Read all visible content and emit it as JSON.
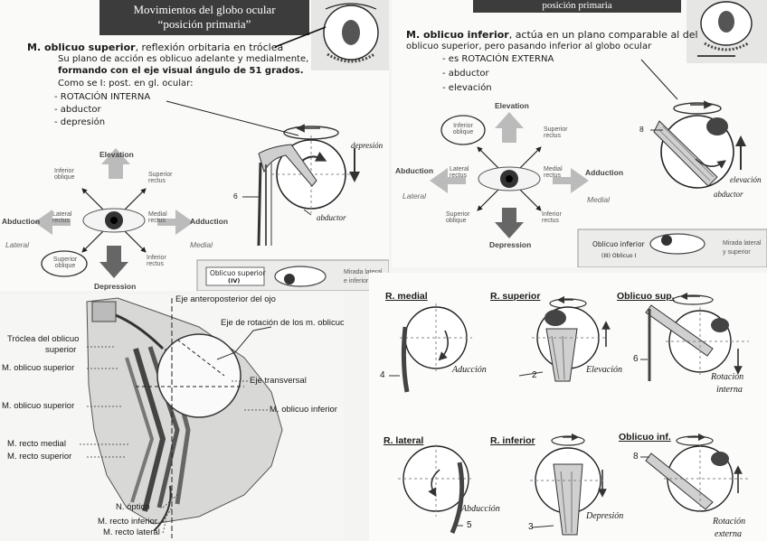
{
  "panel_superior": {
    "banner_line1": "Movimientos del globo ocular",
    "banner_line2": "“posición primaria”",
    "title_bold": "M. oblicuo superior",
    "title_rest": ", reflexión orbitaria en tróclea",
    "desc1": "Su plano de acción es oblicuo adelante y medialmente,",
    "desc2": "formando con el eje visual ángulo de 51 grados.",
    "desc3": "Como se I: post. en gl. ocular:",
    "item1": "- ROTACIÓN INTERNA",
    "item2": "- abductor",
    "item3": "- depresión",
    "label_depresion": "depresión",
    "label_abductor": "abductor",
    "num_6": "6",
    "dir_elevation": "Elevation",
    "dir_depression": "Depression",
    "dir_abduction": "Abduction",
    "dir_adduction": "Adduction",
    "lateral": "Lateral",
    "medial": "Medial",
    "m_inferior_oblique": "Inferior oblique",
    "m_superior_rectus": "Superior rectus",
    "m_lateral_rectus": "Lateral rectus",
    "m_medial_rectus": "Medial rectus",
    "m_superior_oblique": "Superior oblique",
    "m_inferior_rectus": "Inferior rectus",
    "box_label": "Oblicuo superior",
    "box_nerve": "(IV)",
    "mirada": "Mirada lateral",
    "mirada2": "e inferior"
  },
  "panel_inferior_oblique": {
    "banner": "posición primaria",
    "title_bold": "M. oblicuo inferior",
    "title_rest": ", actúa en un plano comparable al del",
    "desc1": "oblicuo superior, pero pasando inferior al globo ocular",
    "item1": "- es ROTACIÓN EXTERNA",
    "item2": "- abductor",
    "item3": "- elevación",
    "label_elevacion": "elevación",
    "label_abductor": "abductor",
    "num_8": "8",
    "dir_elevation": "Elevation",
    "dir_depression": "Depression",
    "dir_abduction": "Abduction",
    "dir_adduction": "Adduction",
    "lateral": "Lateral",
    "medial": "Medial",
    "m_inferior_oblique": "Inferior oblique",
    "m_superior_rectus": "Superior rectus",
    "m_lateral_rectus": "Lateral rectus",
    "m_medial_rectus": "Medial rectus",
    "m_superior_oblique": "Superior oblique",
    "m_inferior_rectus": "Inferior rectus",
    "box_label": "Oblicuo inferior",
    "box_nerve": "(III) Oblicuo I",
    "mirada": "Mirada lateral",
    "mirada2": "y superior"
  },
  "panel_anatomy": {
    "eje_ap": "Eje anteroposterior del ojo",
    "eje_rot": "Eje de rotación de los m. oblicuo",
    "troclea1": "Tróclea del oblicuo",
    "troclea2": "superior",
    "m_obl_sup_1": "M. oblicuo superior",
    "m_obl_sup_2": "M. oblicuo superior",
    "eje_transversal": "Eje transversal",
    "m_obl_inf": "M. oblicuo inferior",
    "m_recto_medial": "M. recto medial",
    "m_recto_superior": "M. recto superior",
    "n_optico": "N. óptico",
    "m_recto_inferior": "M. recto inferior",
    "m_recto_lateral": "M. recto lateral"
  },
  "panel_actions": {
    "items": [
      {
        "title": "R. medial",
        "num": "4",
        "action": "Aducción"
      },
      {
        "title": "R. superior",
        "num": "2",
        "action": "Elevación"
      },
      {
        "title": "Oblicuo sup.",
        "num": "6",
        "action": "Rotación",
        "action2": "interna"
      },
      {
        "title": "R. lateral",
        "num": "5",
        "action": "Abducción"
      },
      {
        "title": "R. inferior",
        "num": "3",
        "action": "Depresión"
      },
      {
        "title": "Oblicuo inf.",
        "num": "8",
        "action": "Rotación",
        "action2": "externa"
      }
    ]
  }
}
